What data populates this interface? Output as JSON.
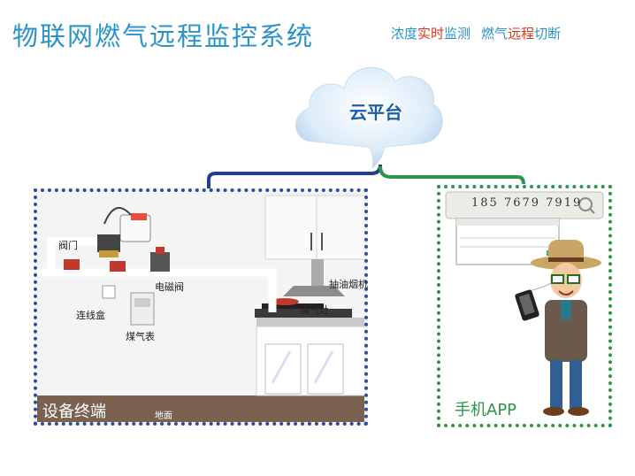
{
  "title": "物联网燃气远程监控系统",
  "tagline": {
    "part1": "浓度",
    "part2": "实时",
    "part3": "监测",
    "part4": "燃气",
    "part5": "远程",
    "part6": "切断"
  },
  "cloud_label": "云平台",
  "device_panel": {
    "title": "设备终端",
    "floor_label": "地面",
    "labels": {
      "valve": "阀门",
      "junction_box": "连线盒",
      "gas_meter": "煤气表",
      "solenoid_valve": "电磁阀",
      "range_hood": "抽油烟机",
      "gas_stove": "煤气灶"
    }
  },
  "app_panel": {
    "title": "手机APP",
    "phone_number": "185 7679 7919"
  },
  "colors": {
    "title_blue": "#2a93c9",
    "highlight_red": "#d8371f",
    "device_border": "#2c4ea0",
    "app_border": "#2e9648"
  },
  "icons": {
    "search": "search-icon"
  }
}
